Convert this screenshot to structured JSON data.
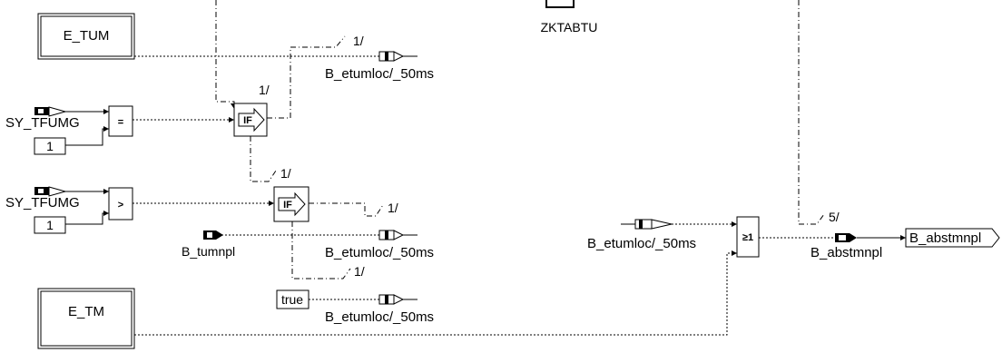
{
  "blocks": {
    "e_tum": "E_TUM",
    "e_tm": "E_TM",
    "zktabtu": "ZKTABTU",
    "sy_tfumg_1": "SY_TFUMG",
    "sy_tfumg_2": "SY_TFUMG",
    "const_1_a": "1",
    "const_1_b": "1",
    "const_true": "true",
    "b_tumnpl": "B_tumnpl"
  },
  "operators": {
    "equal": "=",
    "greater": ">",
    "if_1": "IF",
    "if_2": "IF",
    "or": "≥1"
  },
  "signals": {
    "etumloc_1": "B_etumloc/_50ms",
    "etumloc_2": "B_etumloc/_50ms",
    "etumloc_3": "B_etumloc/_50ms",
    "etumloc_in": "B_etumloc/_50ms",
    "abstmnpl": "B_abstmnpl",
    "abstmnpl_out": "B_abstmnpl"
  },
  "path_labels": {
    "p1": "1/",
    "p2": "1/",
    "p3": "1/",
    "p4": "1/",
    "p5": "1/",
    "p6": "5/"
  }
}
